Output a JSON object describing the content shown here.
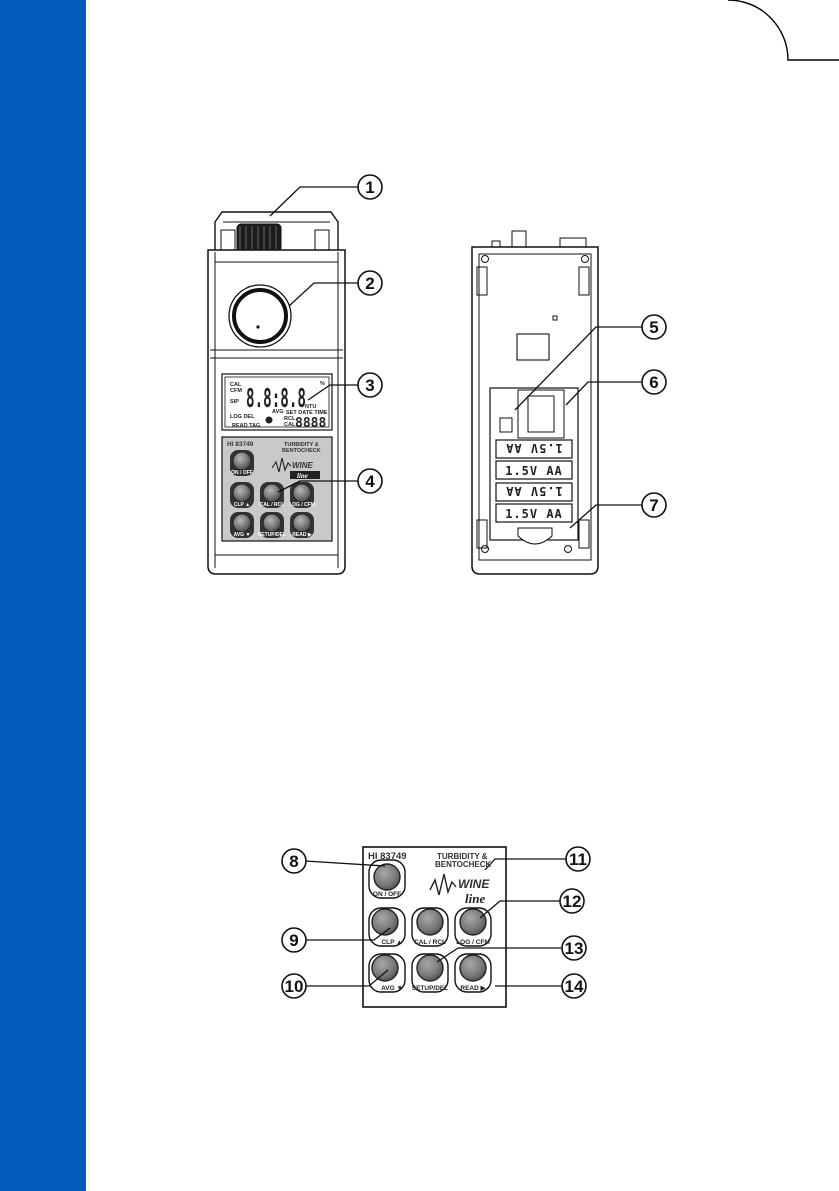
{
  "page": {
    "sidebar_color": "#005bbb"
  },
  "front": {
    "model": "HI 83749",
    "brand_line1": "TURBIDITY &",
    "brand_line2": "BENTOCHECK",
    "logo_top": "WINE",
    "logo_bottom": "line",
    "lcd": {
      "top_left": [
        "CAL",
        "CFM"
      ],
      "pct": "%",
      "digits": "8.8:8.8",
      "unit": "NTU",
      "left_col": [
        "SIP",
        "LOG DEL"
      ],
      "avg": "AVG",
      "read_tag": "READ TAG",
      "rcl": "RCL",
      "cal": "CAL",
      "set_date_time": "SET DATE TIME",
      "small_digits": "8888"
    },
    "buttons": [
      "ON / OFF",
      "CLP ▲",
      "CAL / RCL",
      "LOG / CFM",
      "AVG ▼",
      "SETUP/DEL",
      "READ ▶"
    ]
  },
  "back": {
    "battery_label": "1.5V AA"
  },
  "keypad": {
    "model": "HI 83749",
    "brand_line1": "TURBIDITY &",
    "brand_line2": "BENTOCHECK",
    "logo_top": "WINE",
    "logo_bottom": "line",
    "buttons": [
      "ON / OFF",
      "CLP ▲",
      "CAL / RCL",
      "LOG / CFM",
      "AVG ▼",
      "SETUP/DEL",
      "READ ▶"
    ]
  },
  "callouts": [
    "1",
    "2",
    "3",
    "4",
    "5",
    "6",
    "7",
    "8",
    "9",
    "10",
    "11",
    "12",
    "13",
    "14"
  ]
}
